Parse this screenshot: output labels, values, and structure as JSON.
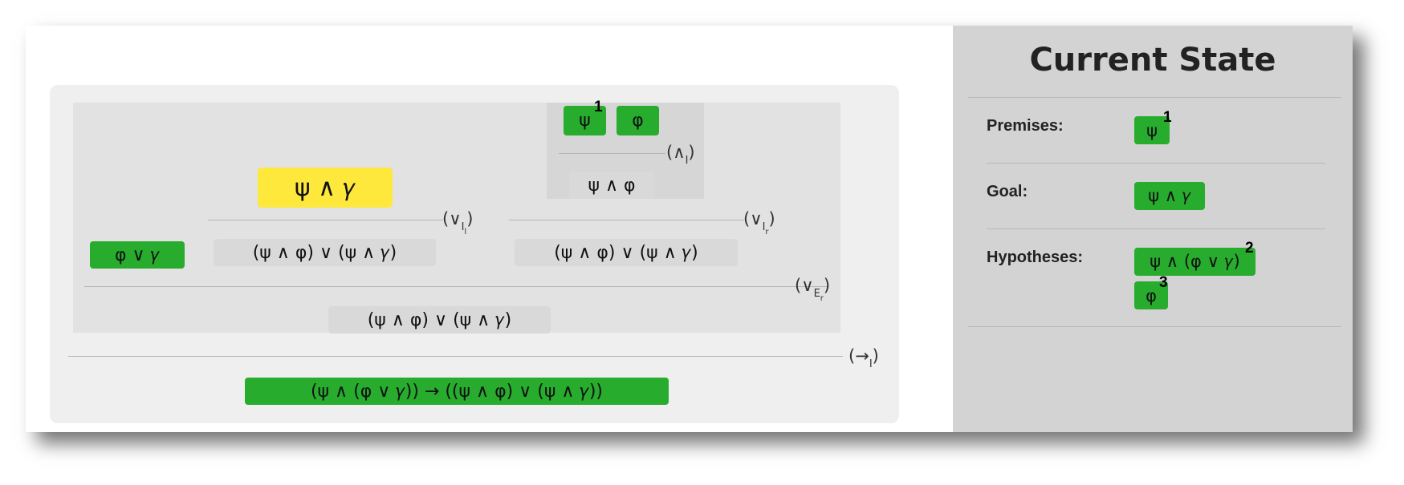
{
  "proof": {
    "root": {
      "conclusion": "(ψ ∧ (φ ∨ 𝛾)) → ((ψ ∧ φ) ∨ (ψ ∧ 𝛾))",
      "rule_symbol": "→",
      "rule_sub": "I"
    },
    "or_elim": {
      "conclusion": "(ψ ∧ φ) ∨ (ψ ∧ 𝛾)",
      "rule_symbol": "∨",
      "rule_sub": "E",
      "rule_subsub": "r",
      "major_premise": "φ ∨ 𝛾"
    },
    "left_branch": {
      "focused_goal": "ψ ∧ 𝛾",
      "conclusion": "(ψ ∧ φ) ∨ (ψ ∧ 𝛾)",
      "rule_symbol": "∨",
      "rule_sub": "I",
      "rule_subsub": "l"
    },
    "right_branch": {
      "conclusion": "(ψ ∧ φ) ∨ (ψ ∧ 𝛾)",
      "rule_symbol": "∨",
      "rule_sub": "I",
      "rule_subsub": "r",
      "and_intro": {
        "premise_left": "ψ",
        "premise_left_label": "1",
        "premise_right": "φ",
        "conclusion": "ψ ∧ φ",
        "rule_symbol": "∧",
        "rule_sub": "I"
      }
    }
  },
  "state": {
    "title": "Current State",
    "premises_label": "Premises:",
    "premises": [
      {
        "formula": "ψ",
        "label": "1"
      }
    ],
    "goal_label": "Goal:",
    "goal": "ψ ∧ 𝛾",
    "hypotheses_label": "Hypotheses:",
    "hypotheses": [
      {
        "formula": "ψ ∧ (φ ∨ 𝛾)",
        "label": "2"
      },
      {
        "formula": "φ",
        "label": "3"
      }
    ]
  },
  "colors": {
    "proved": "#27ac2e",
    "focused": "#fde83b",
    "pending": "#d9d9d9",
    "panel": "#d3d3d3"
  }
}
